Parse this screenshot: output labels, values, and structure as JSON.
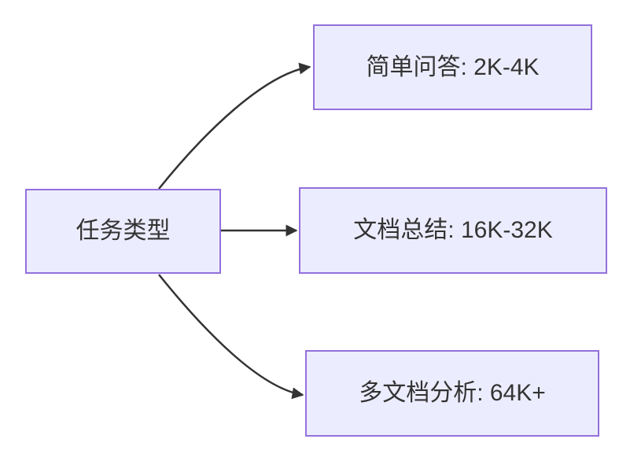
{
  "diagram": {
    "type": "flowchart",
    "direction": "left-to-right",
    "root": {
      "label": "任务类型"
    },
    "branches": [
      {
        "label": "简单问答: 2K-4K"
      },
      {
        "label": "文档总结: 16K-32K"
      },
      {
        "label": "多文档分析: 64K+"
      }
    ]
  },
  "theme": {
    "node_fill": "#ECECFF",
    "node_border": "#9370DB",
    "edge_color": "#333333",
    "text_color": "#333333",
    "background": "#FFFFFF"
  }
}
